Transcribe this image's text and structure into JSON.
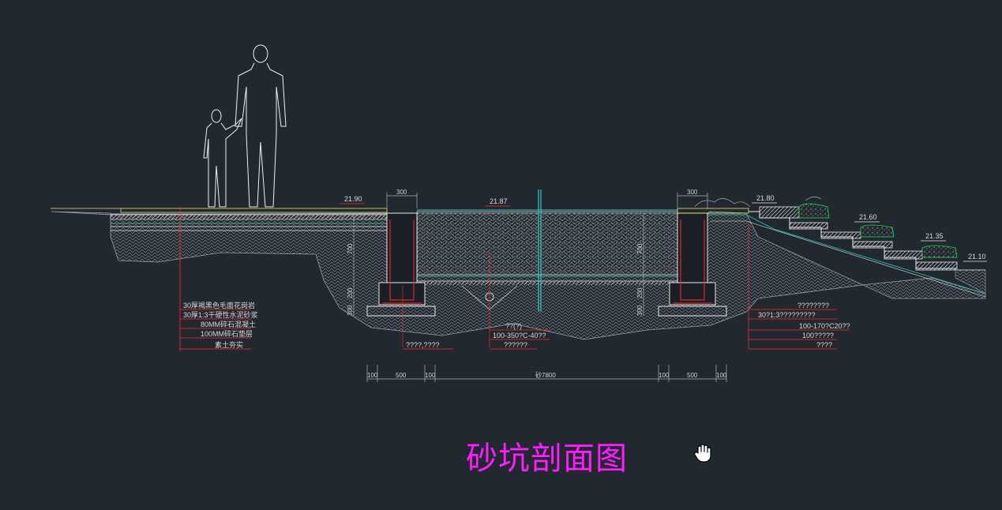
{
  "title": "砂坑剖面图",
  "colors": {
    "background": "#212830",
    "title": "#ff1cff",
    "rebar": "#ff2a2a",
    "water_line": "#30c8c0",
    "line": "#e8e8e8",
    "edge_green": "#22dd44",
    "dim_line": "#b0b0b0"
  },
  "elevations": [
    "21.90",
    "21.87",
    "21.80",
    "21.60",
    "21.35",
    "21.10"
  ],
  "top_dims": [
    "300",
    "300"
  ],
  "vertical_dims": {
    "left": [
      "700",
      "200",
      "300"
    ],
    "wall_inner": "700",
    "right_low": "300",
    "right_mid": "200"
  },
  "bottom_dims": [
    "100",
    "500",
    "100",
    "砂7800",
    "100",
    "500",
    "100"
  ],
  "left_callouts": [
    "30厚褐黑色毛面花岗岩",
    "30厚1:3干硬性水泥砂浆",
    "80MM碎石混凝土",
    "100MM碎石垫层",
    "素土夯实"
  ],
  "footing_callout": "????,????",
  "center_callouts": [
    "??(?)",
    "100-350?C-40??",
    "??????"
  ],
  "right_callouts": [
    "????????",
    "30?1:3?????????",
    "100-170?C20??",
    "100?????",
    "????"
  ],
  "cursor_icon": "hand-pan-icon"
}
